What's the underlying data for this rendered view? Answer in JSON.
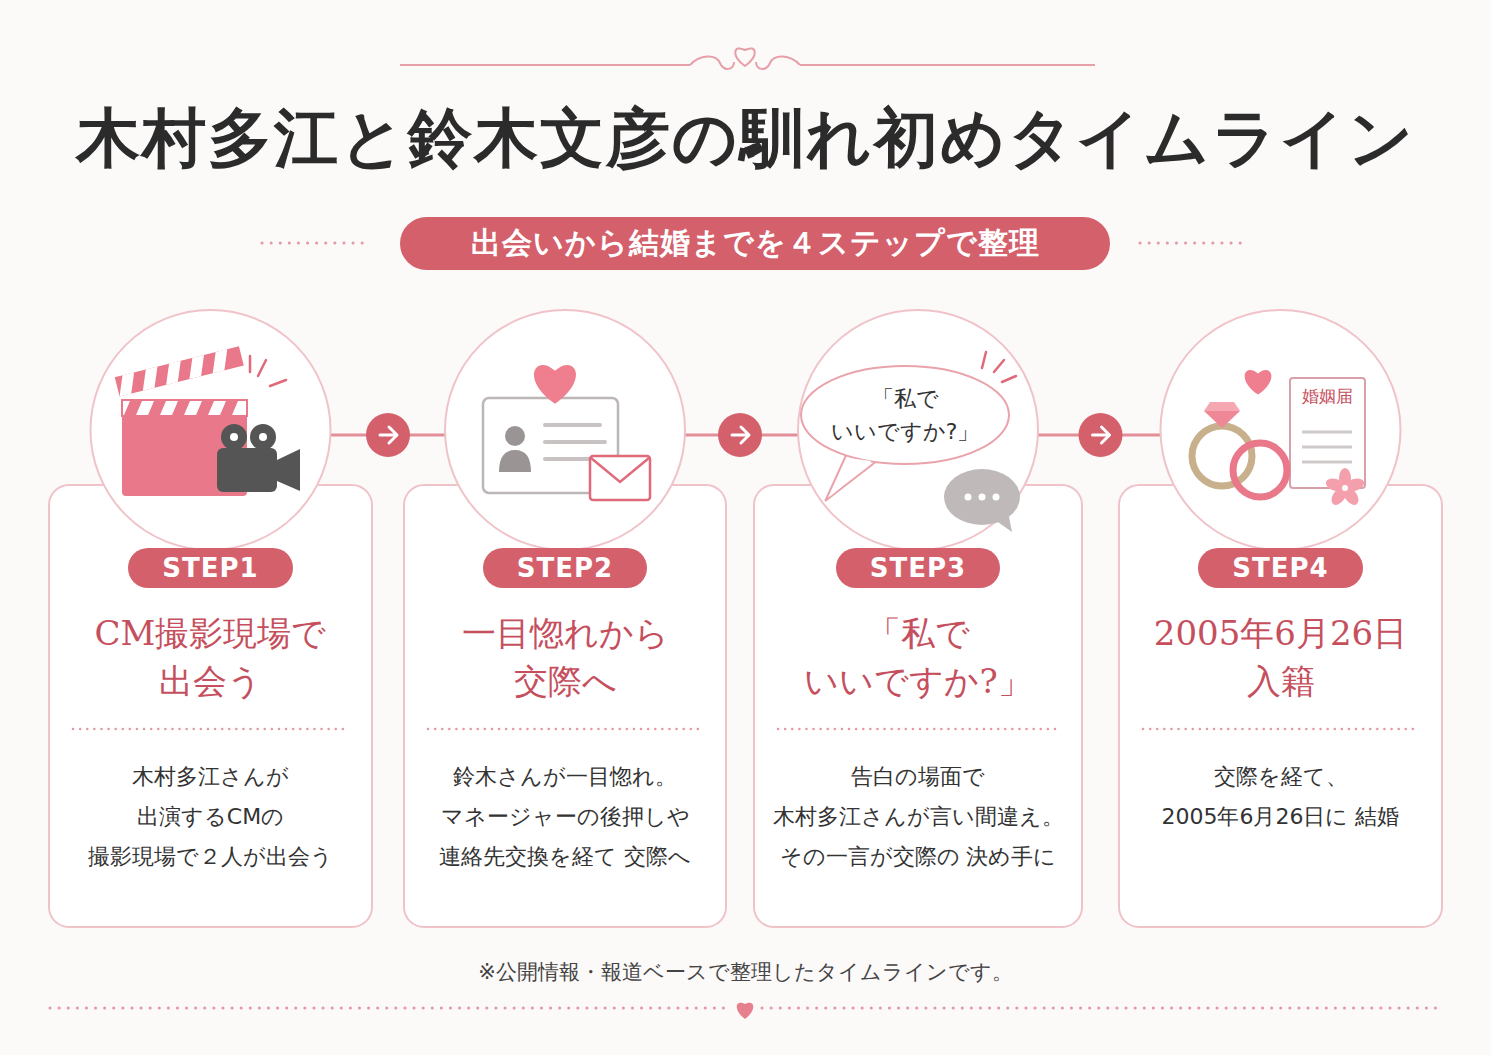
{
  "diagram": {
    "title": "木村多江と鈴木文彦の馴れ初めタイムライン",
    "nodes": [
      {
        "text": [
          "出会いから結婚までを４ステップで整理"
        ]
      },
      {
        "text": [
          "CM撮影現場で 出会う",
          "木村多江さんが 出演するCMの 撮影現場で２人が出会う"
        ]
      },
      {
        "text": [
          "STEP1"
        ],
        "in": 1
      },
      {
        "text": [
          "一目惚れから 交際へ",
          "鈴木さんが一目惚れ。 マネージャーの後押しや 連絡先交換を経て 交際へ"
        ]
      },
      {
        "text": [
          "STEP2"
        ],
        "in": 3
      },
      {
        "text": [
          "「私で いいですか?」",
          "告白の場面で 木村多江さんが言い間違え。 その一言が交際の 決め手に"
        ]
      },
      {
        "text": [
          "「私で いいですか?」"
        ],
        "in": 5
      },
      {
        "text": [
          "STEP3"
        ],
        "in": 5
      },
      {
        "text": [
          "2005年6月26日 入籍",
          "交際を経て、 2005年6月26日に 結婚"
        ]
      },
      {
        "text": [
          "STEP4"
        ],
        "in": 8
      }
    ],
    "edges": [
      {
        "from": 1,
        "to": 3,
        "arrow": "to"
      },
      {
        "from": 3,
        "to": 5,
        "arrow": "to"
      },
      {
        "from": 5,
        "to": 8,
        "arrow": "to"
      }
    ],
    "labels": [
      "婚姻届",
      "※公開情報・報道ベースで整理したタイムラインです。"
    ]
  }
}
